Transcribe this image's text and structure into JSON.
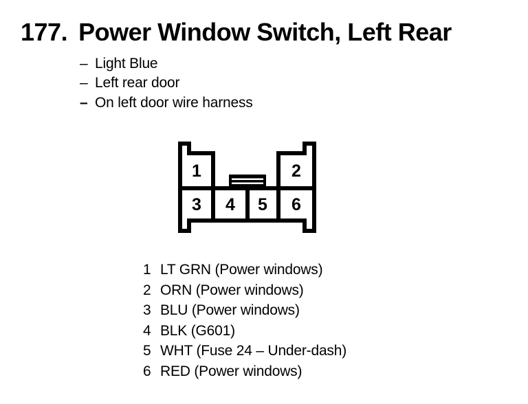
{
  "colors": {
    "ink": "#000000",
    "background": "#ffffff"
  },
  "title": {
    "index": "177.",
    "text": "Power Window Switch, Left Rear"
  },
  "details": [
    {
      "dash": "–",
      "text": "Light Blue"
    },
    {
      "dash": "–",
      "text": "Left rear door"
    },
    {
      "dash": "–",
      "text": "On left door wire harness"
    }
  ],
  "connector": {
    "pins": [
      "1",
      "2",
      "3",
      "4",
      "5",
      "6"
    ]
  },
  "pinout": [
    {
      "pin": "1",
      "wire": "LT GRN (Power windows)"
    },
    {
      "pin": "2",
      "wire": "ORN (Power windows)"
    },
    {
      "pin": "3",
      "wire": "BLU (Power windows)"
    },
    {
      "pin": "4",
      "wire": "BLK (G601)"
    },
    {
      "pin": "5",
      "wire": "WHT (Fuse 24 – Under-dash)"
    },
    {
      "pin": "6",
      "wire": "RED (Power windows)"
    }
  ]
}
